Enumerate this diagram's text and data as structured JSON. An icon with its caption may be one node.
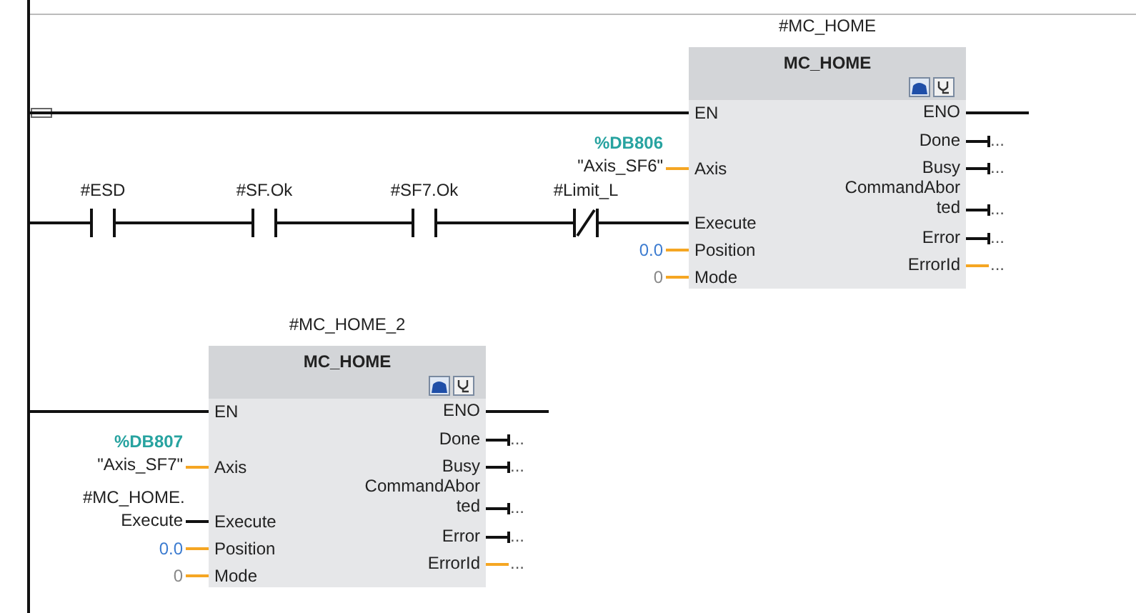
{
  "diagram": {
    "nodes": [
      {
        "text": [
          "#MC_HOME",
          "MC_HOME"
        ]
      },
      {
        "text": [
          "EN"
        ],
        "in": 0
      },
      {
        "text": [
          "Axis"
        ],
        "in": 0
      },
      {
        "text": [
          "Execute"
        ],
        "in": 0
      },
      {
        "text": [
          "Position"
        ],
        "in": 0
      },
      {
        "text": [
          "Mode"
        ],
        "in": 0
      },
      {
        "text": [
          "ENO"
        ],
        "in": 0
      },
      {
        "text": [
          "Done"
        ],
        "in": 0
      },
      {
        "text": [
          "Busy"
        ],
        "in": 0
      },
      {
        "text": [
          "CommandAborted"
        ],
        "in": 0
      },
      {
        "text": [
          "Error"
        ],
        "in": 0
      },
      {
        "text": [
          "ErrorId"
        ],
        "in": 0
      },
      {
        "text": [
          "#ESD"
        ]
      },
      {
        "text": [
          "#SF.Ok"
        ]
      },
      {
        "text": [
          "#SF7.Ok"
        ]
      },
      {
        "text": [
          "#Limit_L"
        ]
      },
      {
        "text": [
          "%DB806",
          "\"Axis_SF6\""
        ]
      },
      {
        "text": [
          "0.0"
        ]
      },
      {
        "text": [
          "0"
        ]
      },
      {
        "text": [
          "..."
        ]
      },
      {
        "text": [
          "..."
        ]
      },
      {
        "text": [
          "..."
        ]
      },
      {
        "text": [
          "..."
        ]
      },
      {
        "text": [
          "..."
        ]
      },
      {
        "text": [],
        "shape": "bar"
      },
      {
        "text": [
          "#MC_HOME_2",
          "MC_HOME"
        ]
      },
      {
        "text": [
          "EN"
        ],
        "in": 25
      },
      {
        "text": [
          "Axis"
        ],
        "in": 25
      },
      {
        "text": [
          "Execute"
        ],
        "in": 25
      },
      {
        "text": [
          "Position"
        ],
        "in": 25
      },
      {
        "text": [
          "Mode"
        ],
        "in": 25
      },
      {
        "text": [
          "ENO"
        ],
        "in": 25
      },
      {
        "text": [
          "Done"
        ],
        "in": 25
      },
      {
        "text": [
          "Busy"
        ],
        "in": 25
      },
      {
        "text": [
          "CommandAborted"
        ],
        "in": 25
      },
      {
        "text": [
          "Error"
        ],
        "in": 25
      },
      {
        "text": [
          "ErrorId"
        ],
        "in": 25
      },
      {
        "text": [
          "%DB807",
          "\"Axis_SF7\""
        ]
      },
      {
        "text": [
          "#MC_HOME. Execute"
        ]
      },
      {
        "text": [
          "0.0"
        ]
      },
      {
        "text": [
          "0"
        ]
      },
      {
        "text": [
          "..."
        ]
      },
      {
        "text": [
          "..."
        ]
      },
      {
        "text": [
          "..."
        ]
      },
      {
        "text": [
          "..."
        ]
      },
      {
        "text": [
          "..."
        ]
      }
    ],
    "edges": [
      {
        "from": 24,
        "to": 1,
        "arrow": "none"
      },
      {
        "from": 24,
        "to": 12,
        "arrow": "none"
      },
      {
        "from": 12,
        "to": 13,
        "arrow": "none"
      },
      {
        "from": 13,
        "to": 14,
        "arrow": "none"
      },
      {
        "from": 14,
        "to": 15,
        "arrow": "none"
      },
      {
        "from": 15,
        "to": 3,
        "arrow": "none"
      },
      {
        "from": 16,
        "to": 2,
        "arrow": "none",
        "color": "#f5a623"
      },
      {
        "from": 17,
        "to": 4,
        "arrow": "none",
        "color": "#f5a623"
      },
      {
        "from": 18,
        "to": 5,
        "arrow": "none",
        "color": "#f5a623"
      },
      {
        "from": 6,
        "to": null,
        "arrow": "none"
      },
      {
        "from": 7,
        "to": 19,
        "arrow": "other"
      },
      {
        "from": 8,
        "to": 20,
        "arrow": "other"
      },
      {
        "from": 9,
        "to": 21,
        "arrow": "other"
      },
      {
        "from": 10,
        "to": 22,
        "arrow": "other"
      },
      {
        "from": 11,
        "to": 23,
        "arrow": "none",
        "color": "#f5a623"
      },
      {
        "from": 24,
        "to": 26,
        "arrow": "none"
      },
      {
        "from": 37,
        "to": 27,
        "arrow": "none",
        "color": "#f5a623"
      },
      {
        "from": 38,
        "to": 28,
        "arrow": "none"
      },
      {
        "from": 39,
        "to": 29,
        "arrow": "none",
        "color": "#f5a623"
      },
      {
        "from": 40,
        "to": 30,
        "arrow": "none",
        "color": "#f5a623"
      },
      {
        "from": 31,
        "to": null,
        "arrow": "none"
      },
      {
        "from": 32,
        "to": 41,
        "arrow": "other"
      },
      {
        "from": 33,
        "to": 42,
        "arrow": "other"
      },
      {
        "from": 34,
        "to": 43,
        "arrow": "other"
      },
      {
        "from": 35,
        "to": 44,
        "arrow": "other"
      },
      {
        "from": 36,
        "to": 45,
        "arrow": "none",
        "color": "#f5a623"
      }
    ]
  }
}
